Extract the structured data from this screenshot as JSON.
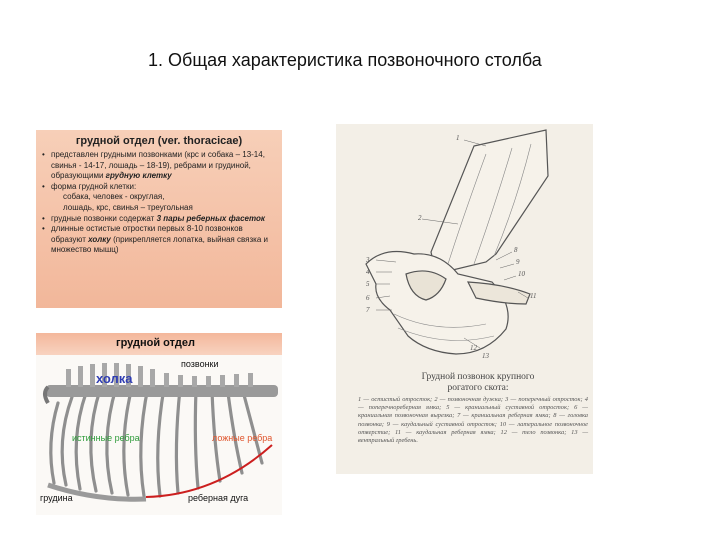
{
  "slide": {
    "title": "1. Общая характеристика позвоночного столба"
  },
  "info_card": {
    "header": "грудной отдел (ver. thoracicae)",
    "b1": "представлен грудными позвонками (крс и собака – 13-14, свинья - 14-17, лошадь – 18-19), ребрами и грудиной, образующими",
    "b1_em": "грудную клетку",
    "b2": "форма грудной клетки:",
    "s1": "собака, человек - округлая,",
    "s2": "лошадь, крс, свинья – треугольная",
    "b3": "грудные позвонки содержат",
    "b3_em": "3 пары реберных фасеток",
    "b4": "длинные остистые отростки первых 8-10 позвонков образуют",
    "b4_em": "холку",
    "b4_rest": "(прикрепляется лопатка, выйная связка и множество мышц)"
  },
  "ribs_card": {
    "header": "грудной отдел",
    "l_vert": "позвонки",
    "l_withers": "холка",
    "l_true": "истинные ребра",
    "l_false": "ложные ребра",
    "l_sternum": "грудина",
    "l_arch": "реберная дуга",
    "colors": {
      "withers": "#2f3db3",
      "true_ribs": "#2e9b3a",
      "false_ribs": "#e0552d",
      "arch": "#cc1f1f"
    }
  },
  "figure": {
    "numbers": [
      "1",
      "2",
      "3",
      "4",
      "5",
      "6",
      "7",
      "8",
      "9",
      "10",
      "11",
      "12",
      "13"
    ],
    "caption_title_line1": "Грудной позвонок крупного",
    "caption_title_line2": "рогатого скота:",
    "caption_body": "1 — остистый отросток; 2 — позвоночная дужка; 3 — поперечный отросток; 4 — поперечнореберная ямка; 5 — краниальный суставной отросток; 6 — краниальная позвоночная вырезка; 7 — краниальная реберная ямка; 8 — головка позвонка; 9 — каудальный суставной отросток; 10 — латеральное позвоночное отверстие; 11 — каудальная реберная ямка; 12 — тело позвонка; 13 — вентральный гребень."
  }
}
